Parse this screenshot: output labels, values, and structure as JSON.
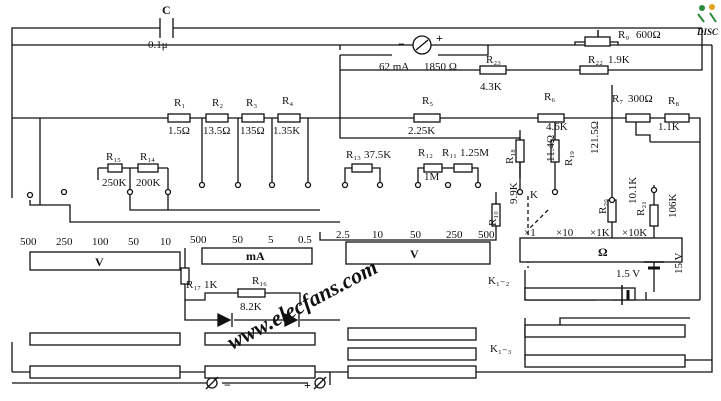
{
  "brand": {
    "text": "DISC"
  },
  "watermark": {
    "text": "www.elecfans.com"
  },
  "capacitor": {
    "name": "C",
    "value": "0.1μ"
  },
  "meter": {
    "minus": "−",
    "plus": "+",
    "current": "62 mA",
    "resistance": "1850 Ω"
  },
  "resistors": {
    "r1": {
      "name": "R₁",
      "value": "1.5Ω"
    },
    "r2": {
      "name": "R₂",
      "value": "13.5Ω"
    },
    "r3": {
      "name": "R₃",
      "value": "135Ω"
    },
    "r4": {
      "name": "R₄",
      "value": "1.35K"
    },
    "r5": {
      "name": "R₅",
      "value": "2.25K"
    },
    "r6": {
      "name": "R₆",
      "value": "4.6K"
    },
    "r7": {
      "name": "R₇",
      "value": "300Ω"
    },
    "r8": {
      "name": "R₈",
      "value": "1.1K"
    },
    "r9": {
      "name": "R₉",
      "value": "600Ω"
    },
    "r10": {
      "name": "R₁₀",
      "value": "9.9K"
    },
    "r11": {
      "name": "R₁₁",
      "value": "1.25M"
    },
    "r12": {
      "name": "R₁₂",
      "value": "1M"
    },
    "r13": {
      "name": "R₁₃",
      "value": "37.5K"
    },
    "r14": {
      "name": "R₁₄",
      "value": "200K"
    },
    "r15": {
      "name": "R₁₅",
      "value": "250K"
    },
    "r16": {
      "name": "R₁₆",
      "value": "8.2K"
    },
    "r17": {
      "name": "R₁₇",
      "value": "1K"
    },
    "r18": {
      "name": "R₁₈",
      "value": "11.4Ω"
    },
    "r19": {
      "name": "R₁₉",
      "value": "121.5Ω"
    },
    "r20": {
      "name": "R₂₀",
      "value": "10.1K"
    },
    "r21": {
      "name": "R₂₁",
      "value": "106K"
    },
    "r22": {
      "name": "R₂₂",
      "value": "1.9K"
    },
    "r23": {
      "name": "R₂₃",
      "value": "4.3K"
    }
  },
  "ranges": {
    "voltage_ac": [
      "500",
      "250",
      "100",
      "50",
      "10"
    ],
    "current_ma": [
      "500",
      "50",
      "5",
      "0.5"
    ],
    "voltage_dc": [
      "2.5",
      "10",
      "50",
      "250",
      "500"
    ],
    "ohms": [
      "×1",
      "×10",
      "×1K",
      "×10K"
    ]
  },
  "panels": {
    "vac": "V",
    "ma": "mA",
    "vdc": "V",
    "ohm": "Ω"
  },
  "switches": {
    "k": "K",
    "k12": "K₁₋₂",
    "k13": "K₁₋₃"
  },
  "batteries": {
    "b1": "1.5 V",
    "b2": "15 V"
  },
  "terminals": {
    "neg": "−",
    "pos": "+"
  }
}
